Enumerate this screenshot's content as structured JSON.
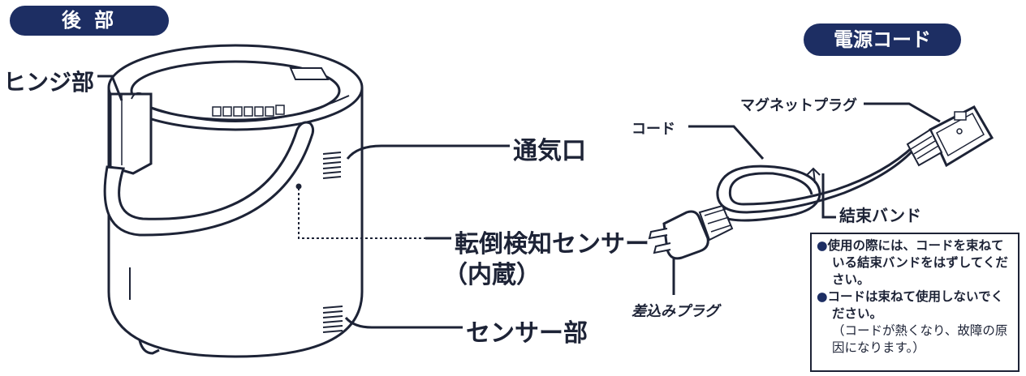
{
  "headings": {
    "rear": "後 部",
    "cord": "電源コード"
  },
  "labels": {
    "hinge": "ヒンジ部",
    "vent": "通気口",
    "tip_sensor": "転倒検知センサー",
    "tip_sensor_note": "（内蔵）",
    "sensor": "センサー部",
    "magnet_plug": "マグネットプラグ",
    "cord": "コード",
    "band": "結束バンド",
    "plug": "差込みプラグ"
  },
  "note": {
    "bullet": "●",
    "line1": "使用の際には、コードを束ねている結束バンドをはずしてください。",
    "line2": "コードは束ねて使用しないでください。",
    "line2_sub": "（コードが熱くなり、故障の原因になります。）"
  },
  "colors": {
    "ink": "#1d2336",
    "pill_bg": "#1d2e63",
    "pill_text": "#ffffff"
  }
}
